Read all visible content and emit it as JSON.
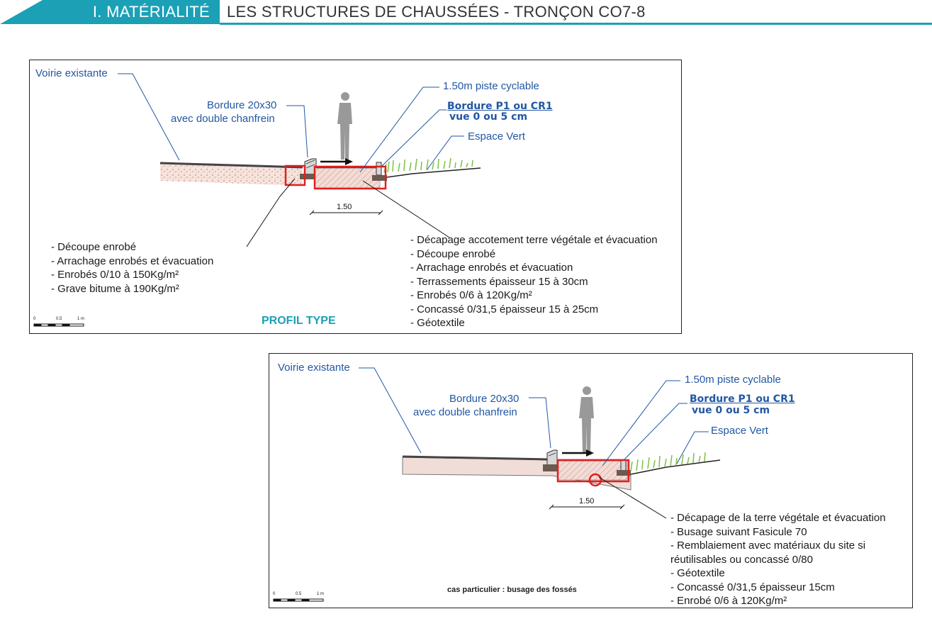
{
  "header": {
    "section": "I. MATÉRIALITÉ",
    "title": "LES STRUCTURES DE CHAUSSÉES - TRONÇON CO7-8"
  },
  "colors": {
    "accent": "#1ba0b6",
    "label_blue": "#2257a3",
    "highlight_red": "#e02020"
  },
  "panel1": {
    "labels": {
      "voirie": "Voirie existante",
      "bordure_line1": "Bordure 20x30",
      "bordure_line2": "avec double chanfrein",
      "piste": "1.50m piste cyclable",
      "bordure_p1_line1": "Bordure P1 ou CR1",
      "bordure_p1_line2": "vue 0 ou 5 cm",
      "espace_vert": "Espace Vert",
      "dimension": "1.50"
    },
    "notes_left": [
      "- Découpe enrobé",
      "- Arrachage enrobés et évacuation",
      "- Enrobés 0/10 à 150Kg/m²",
      "- Grave bitume à 190Kg/m²"
    ],
    "notes_right": [
      "- Décapage accotement terre végétale et évacuation",
      "- Découpe enrobé",
      "- Arrachage enrobés et évacuation",
      "- Terrassements épaisseur 15 à 30cm",
      "- Enrobés 0/6 à 120Kg/m²",
      "- Concassé 0/31,5 épaisseur 15 à 25cm",
      "- Géotextile"
    ],
    "title": "PROFIL TYPE",
    "scale": {
      "start": "0",
      "mid": "0.5",
      "end": "1 m"
    }
  },
  "panel2": {
    "labels": {
      "voirie": "Voirie existante",
      "bordure_line1": "Bordure 20x30",
      "bordure_line2": "avec double chanfrein",
      "piste": "1.50m piste cyclable",
      "bordure_p1_line1": "Bordure P1 ou CR1",
      "bordure_p1_line2": "vue 0 ou 5 cm",
      "espace_vert": "Espace Vert",
      "dimension": "1.50"
    },
    "notes": [
      "- Décapage de la terre végétale et évacuation",
      "- Busage suivant Fasicule 70",
      "- Remblaiement avec matériaux du site si",
      "réutilisables ou concassé 0/80",
      "- Géotextile",
      "- Concassé 0/31,5 épaisseur 15cm",
      "- Enrobé 0/6 à 120Kg/m²"
    ],
    "caption": "cas particulier : busage des fossés",
    "scale": {
      "start": "0",
      "mid": "0.5",
      "end": "1 m"
    }
  }
}
